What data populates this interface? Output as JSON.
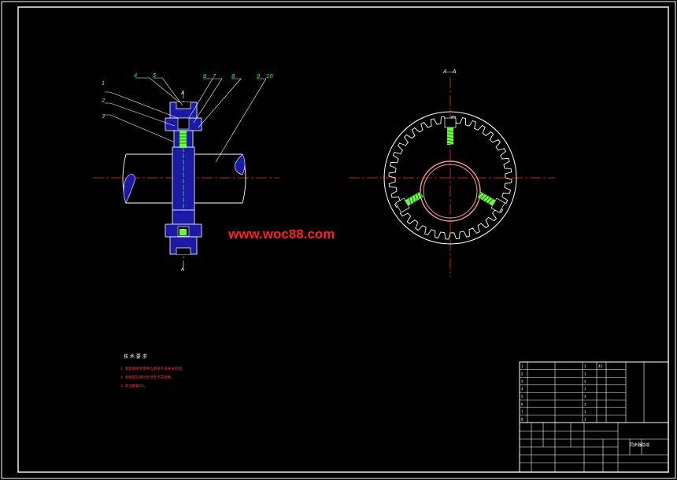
{
  "drawing": {
    "section_label": "A—A",
    "cut_mark_label": "A",
    "part_callouts": [
      "1",
      "2",
      "3",
      "4",
      "5",
      "6",
      "7",
      "8",
      "9",
      "10"
    ],
    "watermark": "www.woc88.com",
    "gear_teeth": 36,
    "screw_count": 3
  },
  "notes": {
    "heading": "技 术 要 求",
    "items": [
      "1. 装配前所有零件应清洗干净并去毛刺。",
      "2. 装配后应转动灵活无卡滞现象。",
      "3. 未注倒角C1。"
    ]
  },
  "title_block": {
    "rows": [
      [
        "1",
        "",
        "",
        "1",
        "45",
        ""
      ],
      [
        "2",
        "",
        "",
        "1",
        "",
        ""
      ],
      [
        "3",
        "",
        "",
        "2",
        "",
        ""
      ],
      [
        "4",
        "",
        "",
        "1",
        "",
        ""
      ],
      [
        "5",
        "",
        "",
        "3",
        "",
        ""
      ],
      [
        "6",
        "",
        "",
        "3",
        "",
        ""
      ],
      [
        "7",
        "",
        "",
        "1",
        "",
        ""
      ],
      [
        "8",
        "",
        "",
        "1",
        "",
        ""
      ]
    ],
    "assembly_name": "同步器总成",
    "school": "",
    "footer_code": ""
  },
  "colors": {
    "line": "#ffffff",
    "centerline": "#ff2a2a",
    "part_fill": "#1a1aa6",
    "callout": "#40ff40",
    "spring": "#66ff33",
    "watermark": "#ff2020",
    "ring": "#ff9999",
    "frame": "#ffffff"
  }
}
